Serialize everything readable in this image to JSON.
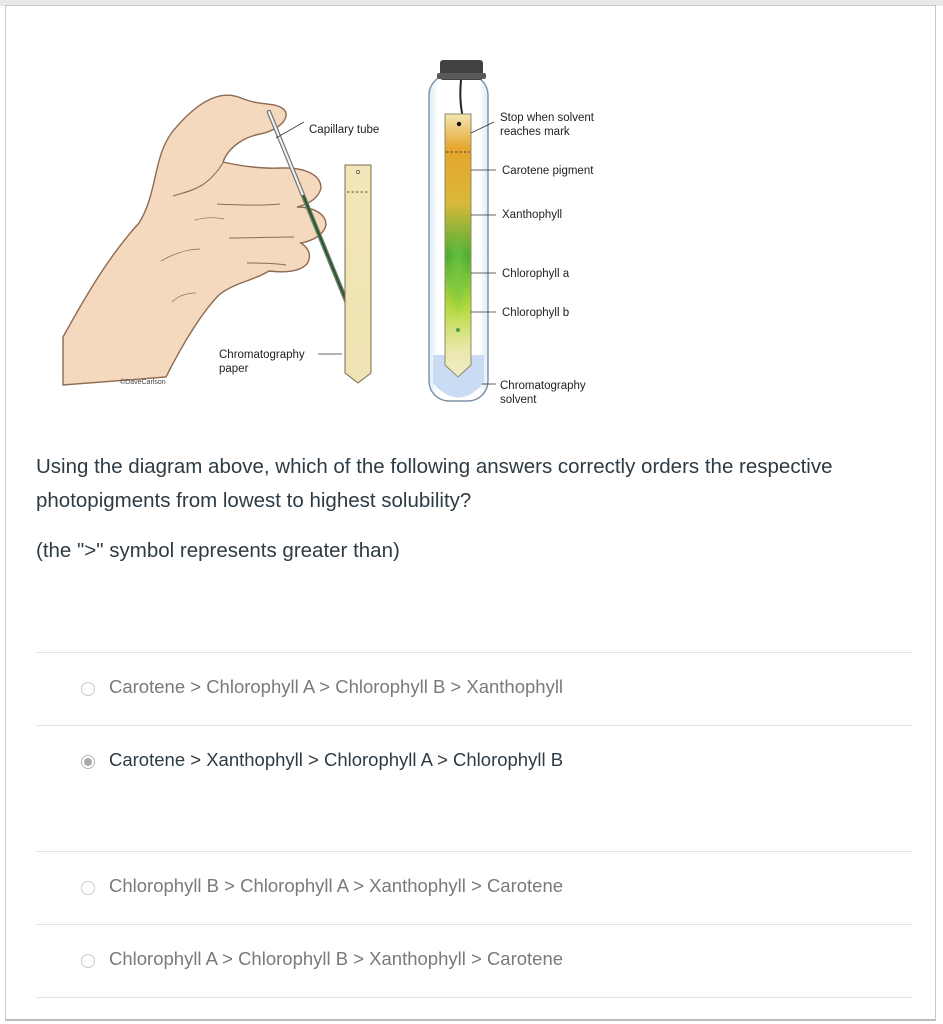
{
  "figure": {
    "left_labels": {
      "capillary_tube": "Capillary tube",
      "chromatography_paper_line1": "Chromatography",
      "chromatography_paper_line2": "paper",
      "credit": "©DaveCarlson"
    },
    "right_labels": {
      "stop_line1": "Stop when solvent",
      "stop_line2": "reaches mark",
      "carotene": "Carotene pigment",
      "xanthophyll": "Xanthophyll",
      "chlorophyll_a": "Chlorophyll a",
      "chlorophyll_b": "Chlorophyll b",
      "solvent_line1": "Chromatography",
      "solvent_line2": "solvent"
    },
    "colors": {
      "paper": "#f2e8c2",
      "carotene": "#e8a52a",
      "xanthophyll": "#c9c341",
      "chlorophyll": "#58b23a",
      "solvent": "#c9daf2",
      "hand_fill": "#f5dcc3",
      "hand_stroke": "#8f6b52"
    }
  },
  "question": {
    "line1": "Using the diagram above, which of the following answers correctly orders the respective photopigments from lowest to highest solubility?",
    "note": "(the \">\" symbol represents greater than)"
  },
  "answers": [
    {
      "label": "Carotene > Chlorophyll A > Chlorophyll B > Xanthophyll",
      "selected": false
    },
    {
      "label": "Carotene > Xanthophyll > Chlorophyll A > Chlorophyll B",
      "selected": true
    },
    {
      "label": "Chlorophyll B > Chlorophyll A > Xanthophyll > Carotene",
      "selected": false
    },
    {
      "label": "Chlorophyll A > Chlorophyll B > Xanthophyll > Carotene",
      "selected": false
    }
  ]
}
